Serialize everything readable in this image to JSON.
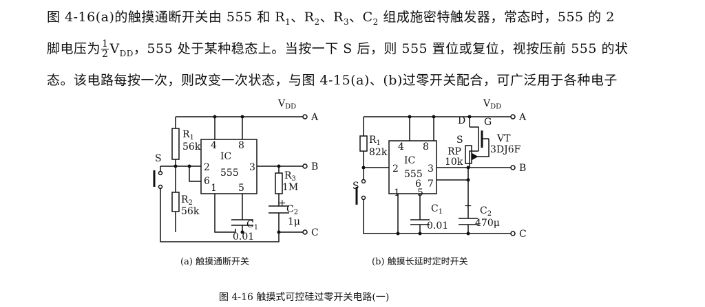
{
  "paragraph": {
    "line1": {
      "a": "图 4-16(a)的触摸通断开关由 555 和 R",
      "s1": "1",
      "b": "、R",
      "s2": "2",
      "c": "、R",
      "s3": "3",
      "d": "、C",
      "s4": "2",
      "e": " 组成施密特触发器，常态时，555 的 2"
    },
    "line2": {
      "a": "脚电压为",
      "frac_num": "1",
      "frac_den": "2",
      "b": "V",
      "b_sub": "DD",
      "c": "，555 处于某种稳态上。当按一下 S 后，则 555 置位或复位，视按压前 555 的状"
    },
    "line3": "态。该电路每按一次，则改变一次状态，与图 4-15(a)、(b)过零开关配合，可广泛用于各种电子"
  },
  "figure_a": {
    "vdd": "V",
    "vdd_sub": "DD",
    "term_a": "A",
    "term_b": "B",
    "term_c": "C",
    "r1": "R",
    "r1_sub": "1",
    "r1_val": "56k",
    "r2": "R",
    "r2_sub": "2",
    "r2_val": "56k",
    "r3": "R",
    "r3_sub": "3",
    "r3_val": "1M",
    "c1": "C",
    "c1_sub": "1",
    "c1_val": "0.01",
    "c2": "C",
    "c2_sub": "2",
    "c2_val": "1μ",
    "switch": "S",
    "ic": "IC",
    "ic_part": "555",
    "pins": [
      "4",
      "8",
      "2",
      "3",
      "6",
      "1",
      "5"
    ],
    "plus": "+",
    "caption": "(a)  触摸通断开关"
  },
  "figure_b": {
    "vdd": "V",
    "vdd_sub": "DD",
    "term_a": "A",
    "term_b": "B",
    "term_c": "C",
    "r1": "R",
    "r1_sub": "1",
    "r1_val": "82k",
    "switch": "S",
    "ic": "IC",
    "ic_part": "555",
    "pins": [
      "4",
      "8",
      "2",
      "3",
      "6",
      "7",
      "1",
      "5"
    ],
    "d": "D",
    "g": "G",
    "s": "S",
    "vt": "VT",
    "vt_part": "3DJ6F",
    "rp": "RP",
    "rp_val": "10k",
    "c1": "C",
    "c1_sub": "1",
    "c1_val": "0.01",
    "c2": "C",
    "c2_sub": "2",
    "c2_val": "470μ",
    "plus": "+",
    "caption": "(b)  触摸长延时定时开关"
  },
  "figure_caption": "图 4-16    触摸式可控硅过零开关电路(一)"
}
